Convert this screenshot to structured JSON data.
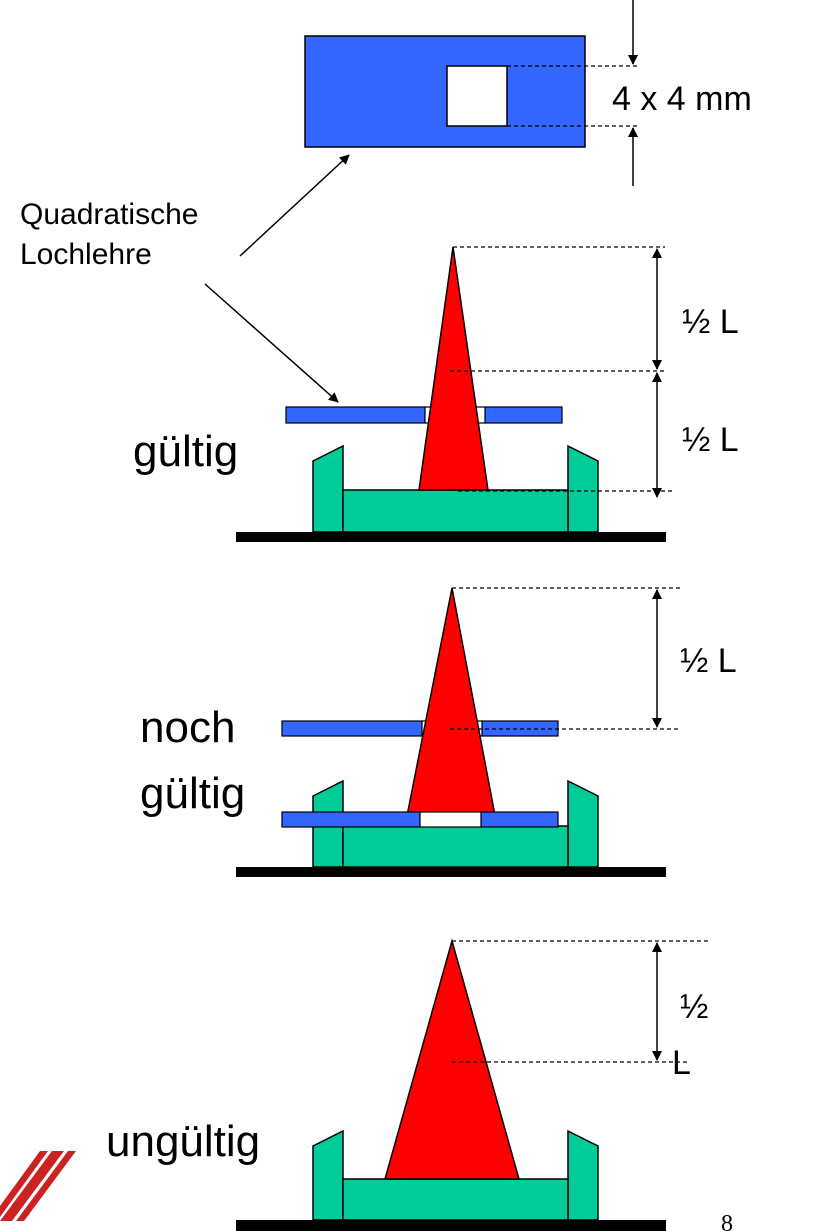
{
  "gauge": {
    "size_label": "4 x 4 mm",
    "name_line1": "Quadratische",
    "name_line2": "Lochlehre"
  },
  "panels": [
    {
      "status_label": "gültig",
      "status_lines": [
        "gültig"
      ],
      "dim_labels": [
        "½ L",
        "½ L"
      ]
    },
    {
      "status_label": "noch gültig",
      "status_lines": [
        "noch",
        "gültig"
      ],
      "dim_labels": [
        "½ L"
      ]
    },
    {
      "status_label": "ungültig",
      "status_lines": [
        "ungültig"
      ],
      "dim_labels": [
        "½",
        "L"
      ]
    }
  ],
  "page_number": "8",
  "colors": {
    "gauge_blue": "#3366FF",
    "cone_red": "#FF0000",
    "base_green": "#00CC99",
    "ground_black": "#000000",
    "logo_red": "#CC2222"
  }
}
